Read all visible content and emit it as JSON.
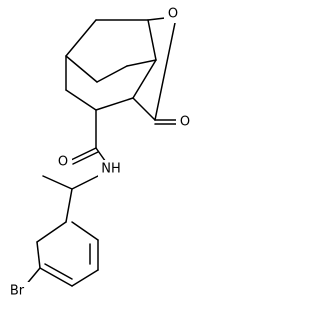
{
  "atoms": {
    "ring_oxygen": "O",
    "carbonyl_oxygen_lactone": "O",
    "carbonyl_oxygen_amide": "O",
    "amide_nitrogen": "NH",
    "bromine": "Br"
  }
}
